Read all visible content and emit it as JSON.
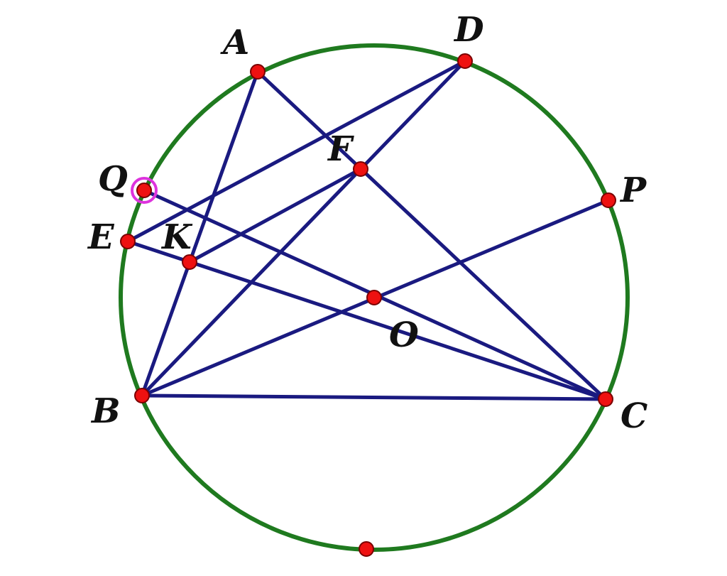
{
  "colors": {
    "circle": "#1f7a1f",
    "segment": "#1a1a80",
    "point_fill": "#ee1111",
    "point_stroke": "#7a0000",
    "highlight": "#dd33dd"
  },
  "labels": {
    "A": "A",
    "B": "B",
    "C": "C",
    "D": "D",
    "E": "E",
    "F": "F",
    "K": "K",
    "O": "O",
    "P": "P",
    "Q": "Q"
  }
}
